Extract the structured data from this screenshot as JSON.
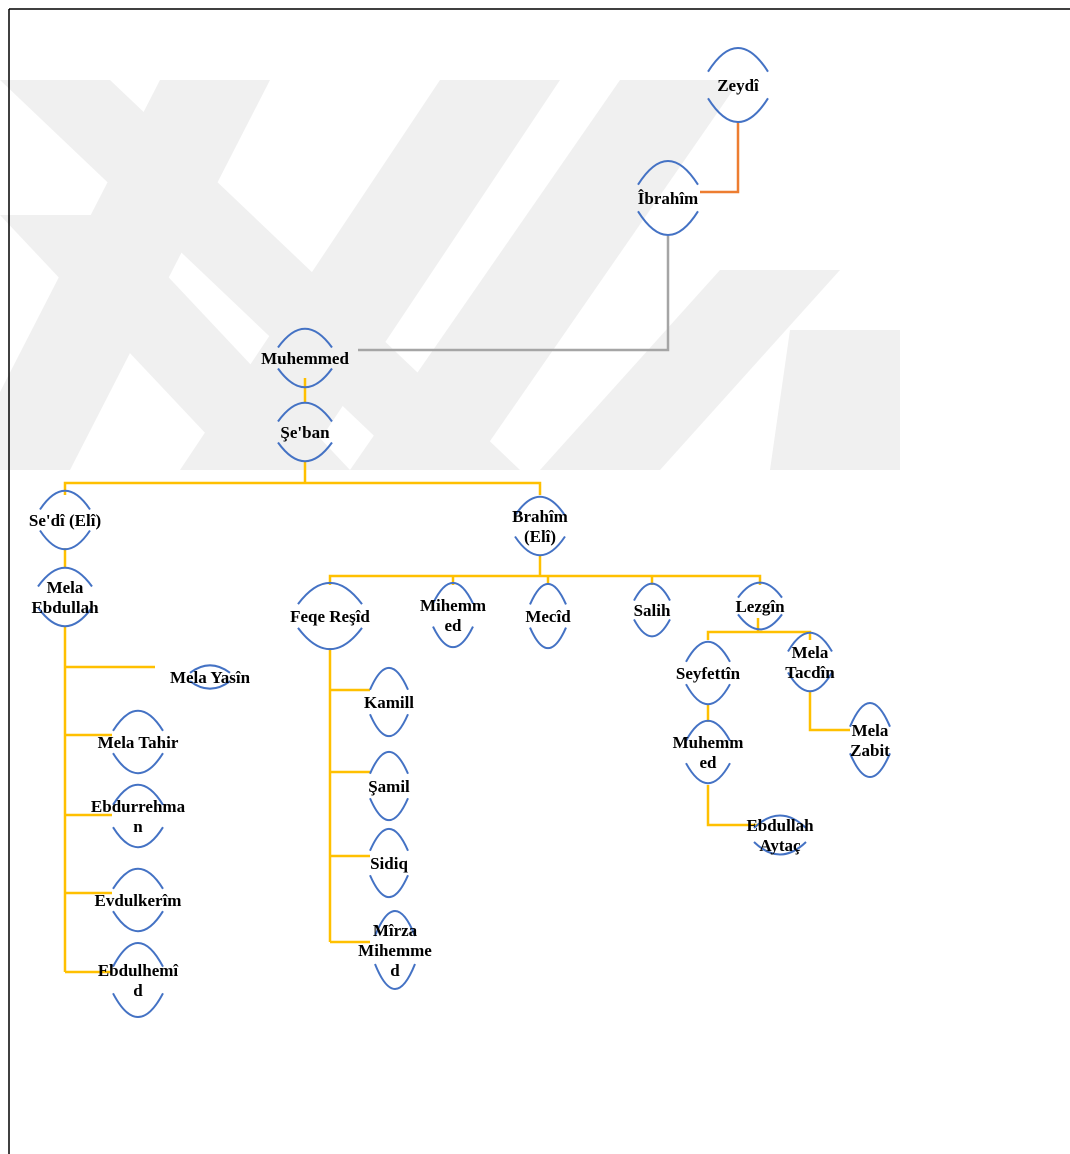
{
  "colors": {
    "node_arc": "#4472C4",
    "connector_main": "#FFC000",
    "connector_top": "#ED7D31",
    "connector_mid": "#A5A5A5",
    "frame": "#000000",
    "watermark": "#F0F0F0"
  },
  "nodes": {
    "zeydi": {
      "label": [
        "Zeydî"
      ]
    },
    "ibrahim": {
      "label": [
        "Îbrahîm"
      ]
    },
    "muhemmed": {
      "label": [
        "Muhemmed"
      ]
    },
    "seban": {
      "label": [
        "Şe'ban"
      ]
    },
    "sedi_eli": {
      "label": [
        "Se'dî (Elî)"
      ]
    },
    "brahim_eli": {
      "label": [
        "Brahîm",
        "(Elî)"
      ]
    },
    "mela_ebdullah": {
      "label": [
        "Mela",
        "Ebdullah"
      ]
    },
    "mela_yasin": {
      "label": [
        "Mela Yasîn"
      ]
    },
    "mela_tahir": {
      "label": [
        "Mela Tahir"
      ]
    },
    "ebdurrehman": {
      "label": [
        "Ebdurrehma",
        "n"
      ]
    },
    "evdulkerim": {
      "label": [
        "Evdulkerîm"
      ]
    },
    "ebdulhemid": {
      "label": [
        "Ebdulhemî",
        "d"
      ]
    },
    "feqe_resid": {
      "label": [
        "Feqe Reşîd"
      ]
    },
    "mihemmed": {
      "label": [
        "Mihemm",
        "ed"
      ]
    },
    "mecid": {
      "label": [
        "Mecîd"
      ]
    },
    "salih": {
      "label": [
        "Salih"
      ]
    },
    "lezgin": {
      "label": [
        "Lezgîn"
      ]
    },
    "kamill": {
      "label": [
        "Kamill"
      ]
    },
    "samil": {
      "label": [
        "Şamil"
      ]
    },
    "sidiq": {
      "label": [
        "Sidiq"
      ]
    },
    "mirza_mihemmed": {
      "label": [
        "Mîrza",
        "Mihemme",
        "d"
      ]
    },
    "seyfettin": {
      "label": [
        "Seyfettîn"
      ]
    },
    "mela_tacdin": {
      "label": [
        "Mela",
        "Tacdîn"
      ]
    },
    "muhemmed_2": {
      "label": [
        "Muhemm",
        "ed"
      ]
    },
    "mela_zabit": {
      "label": [
        "Mela",
        "Zabit"
      ]
    },
    "ebdullah_aytac": {
      "label": [
        "Ebdullah",
        "Aytaç"
      ]
    }
  }
}
